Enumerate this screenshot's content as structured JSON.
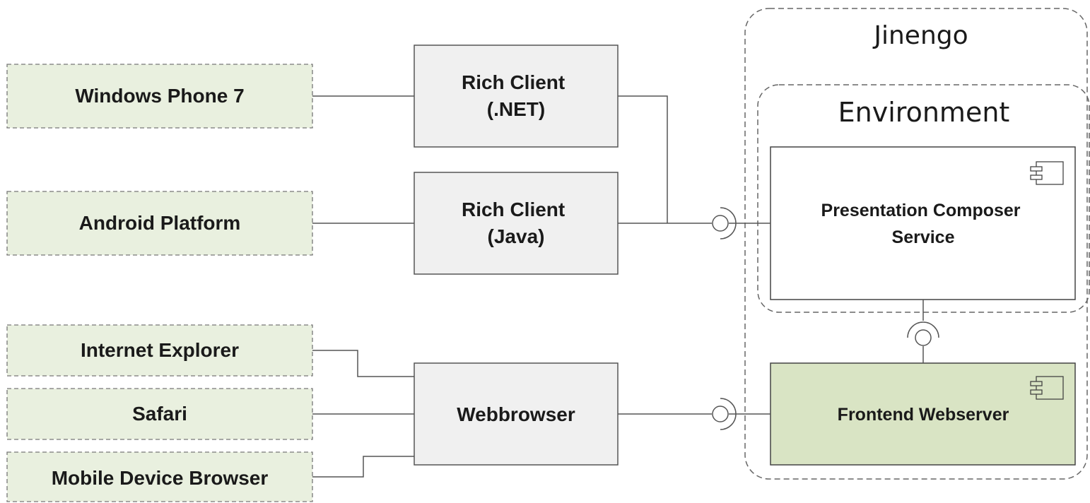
{
  "platforms": {
    "windows_phone": "Windows Phone 7",
    "android": "Android Platform",
    "internet_explorer": "Internet Explorer",
    "safari": "Safari",
    "mobile_browser": "Mobile Device Browser"
  },
  "clients": {
    "rich_net": [
      "Rich Client",
      "(.NET)"
    ],
    "rich_java": [
      "Rich Client",
      "(Java)"
    ],
    "webbrowser": "Webbrowser"
  },
  "jinengo": {
    "title": "Jinengo",
    "environment": {
      "title": "Environment",
      "presentation_composer": [
        "Presentation Composer",
        "Service"
      ]
    },
    "frontend_webserver": "Frontend Webserver"
  },
  "colors": {
    "platform_fill": "#e9f0df",
    "client_fill": "#f0f0f0",
    "frontend_fill": "#d9e4c4",
    "line": "#555555",
    "dashed_border": "#666666"
  },
  "icons": {
    "component": "component-icon",
    "interface": "lollipop-socket-icon"
  }
}
